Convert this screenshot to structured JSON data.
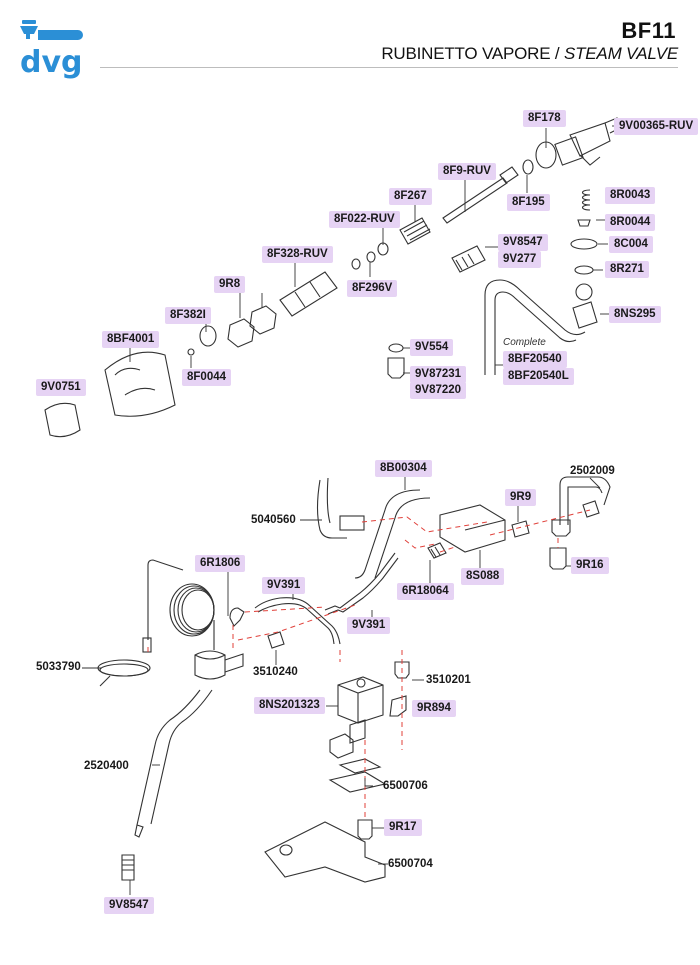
{
  "header": {
    "brand": "dvg",
    "code": "BF11",
    "title_it": "RUBINETTO VAPORE /",
    "title_en": "STEAM VALVE"
  },
  "colors": {
    "brand_blue": "#2b8fd6",
    "label_highlight": "#e6d3f4",
    "dash_red": "#e0403a"
  },
  "notes": {
    "complete": "Complete"
  },
  "parts": [
    {
      "id": "8F178",
      "highlight": true
    },
    {
      "id": "9V00365-RUV",
      "highlight": true
    },
    {
      "id": "8F9-RUV",
      "highlight": true
    },
    {
      "id": "8F195",
      "highlight": true
    },
    {
      "id": "8F267",
      "highlight": true
    },
    {
      "id": "8R0043",
      "highlight": true
    },
    {
      "id": "8F022-RUV",
      "highlight": true
    },
    {
      "id": "8R0044",
      "highlight": true
    },
    {
      "id": "9V8547",
      "highlight": true
    },
    {
      "id": "8C004",
      "highlight": true
    },
    {
      "id": "9V277",
      "highlight": true
    },
    {
      "id": "8F328-RUV",
      "highlight": true
    },
    {
      "id": "8F296V",
      "highlight": true
    },
    {
      "id": "8R271",
      "highlight": true
    },
    {
      "id": "9R8",
      "highlight": true
    },
    {
      "id": "8NS295",
      "highlight": true
    },
    {
      "id": "8F382I",
      "highlight": true
    },
    {
      "id": "8BF4001",
      "highlight": true
    },
    {
      "id": "9V554",
      "highlight": true
    },
    {
      "id": "8F0044",
      "highlight": true
    },
    {
      "id": "8BF20540",
      "highlight": true
    },
    {
      "id": "9V87231",
      "highlight": true
    },
    {
      "id": "8BF20540L",
      "highlight": true
    },
    {
      "id": "9V0751",
      "highlight": true
    },
    {
      "id": "9V87220",
      "highlight": true
    },
    {
      "id": "8B00304",
      "highlight": true
    },
    {
      "id": "2502009",
      "highlight": false
    },
    {
      "id": "9R9",
      "highlight": true
    },
    {
      "id": "5040560",
      "highlight": false
    },
    {
      "id": "8S088",
      "highlight": true
    },
    {
      "id": "9R16",
      "highlight": true
    },
    {
      "id": "6R1806",
      "highlight": true
    },
    {
      "id": "9V391",
      "highlight": true
    },
    {
      "id": "6R18064",
      "highlight": true
    },
    {
      "id": "9V391",
      "highlight": true
    },
    {
      "id": "5033790",
      "highlight": false
    },
    {
      "id": "3510240",
      "highlight": false
    },
    {
      "id": "3510201",
      "highlight": false
    },
    {
      "id": "8NS201323",
      "highlight": true
    },
    {
      "id": "9R894",
      "highlight": true
    },
    {
      "id": "2520400",
      "highlight": false
    },
    {
      "id": "6500706",
      "highlight": false
    },
    {
      "id": "9R17",
      "highlight": true
    },
    {
      "id": "6500704",
      "highlight": false
    },
    {
      "id": "9V8547",
      "highlight": true
    }
  ]
}
